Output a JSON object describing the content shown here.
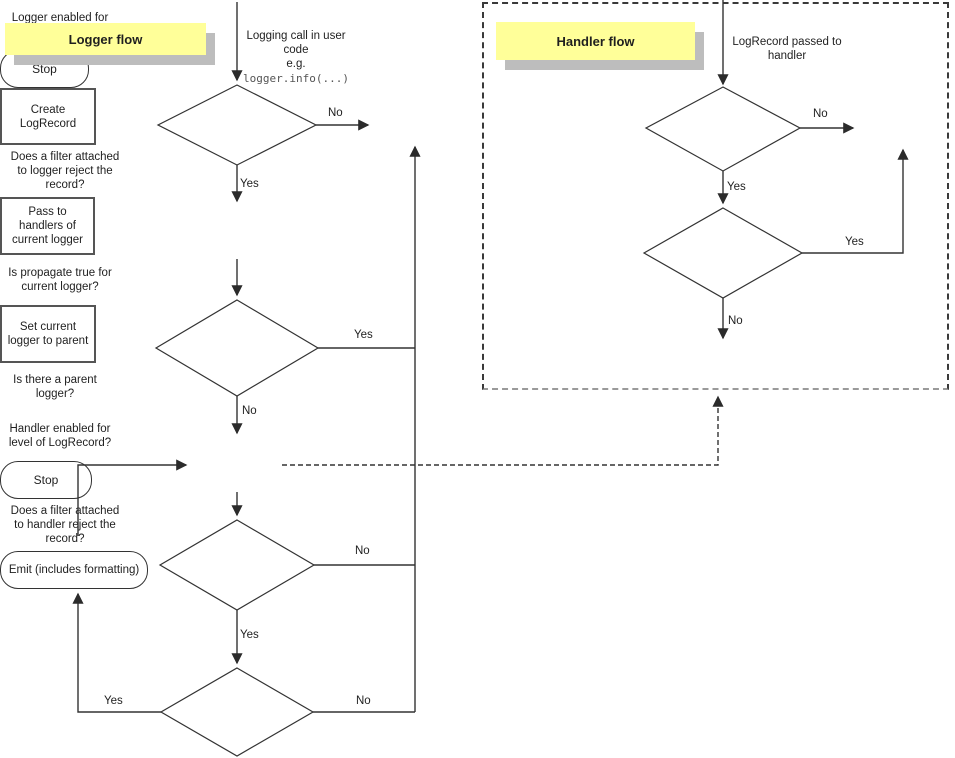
{
  "colors": {
    "note_bg": "#ffff99",
    "note_shadow": "#bdbdbd",
    "line": "#333333"
  },
  "logger_flow": {
    "title": "Logger flow",
    "entry_text": "Logging call in user\ncode\ne.g.",
    "entry_code": "logger.info(...)",
    "decision_enabled": "Logger enabled for\nlevel of call?",
    "stop_label": "Stop",
    "create_box": "Create\nLogRecord",
    "decision_filter": "Does a filter attached\nto logger reject the\nrecord?",
    "pass_box": "Pass to\nhandlers of\ncurrent logger",
    "decision_propagate": "Is propagate true for\ncurrent logger?",
    "decision_parent": "Is there a parent\nlogger?",
    "set_parent_box": "Set current\nlogger to parent",
    "labels": {
      "enabled_no": "No",
      "enabled_yes": "Yes",
      "filter_yes": "Yes",
      "filter_no": "No",
      "propagate_no": "No",
      "propagate_yes": "Yes",
      "parent_yes": "Yes",
      "parent_no": "No"
    }
  },
  "handler_flow": {
    "title": "Handler flow",
    "entry_text": "LogRecord passed to\nhandler",
    "decision_enabled": "Handler enabled for\nlevel of LogRecord?",
    "stop_label": "Stop",
    "decision_filter": "Does a filter attached\nto handler reject the\nrecord?",
    "emit_label": "Emit (includes formatting)",
    "labels": {
      "enabled_no": "No",
      "enabled_yes": "Yes",
      "filter_yes": "Yes",
      "filter_no": "No"
    }
  }
}
